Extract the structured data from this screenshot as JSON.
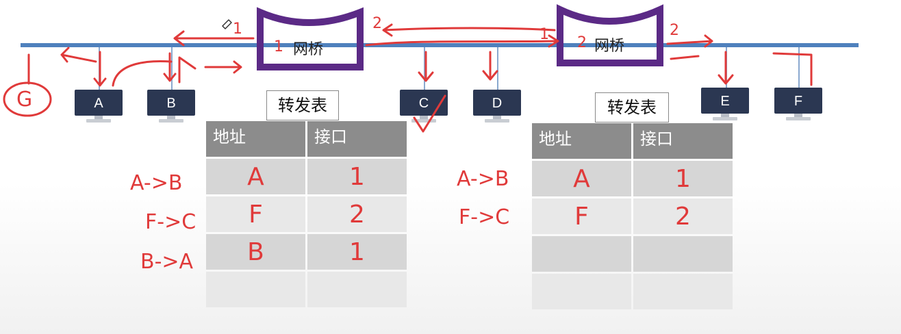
{
  "bridges": [
    {
      "label": "网桥",
      "port_left": "1",
      "port_right": "2",
      "id_mark": "1"
    },
    {
      "label": "网桥",
      "port_left": "1",
      "port_right": "2",
      "id_mark": "2"
    }
  ],
  "hosts": [
    "A",
    "B",
    "C",
    "D",
    "E",
    "F"
  ],
  "extra_host": "G",
  "tables": [
    {
      "title": "转发表",
      "headers": [
        "地址",
        "接口"
      ],
      "rows": [
        [
          "A",
          "1"
        ],
        [
          "F",
          "2"
        ],
        [
          "B",
          "1"
        ],
        [
          "",
          ""
        ]
      ],
      "notes": [
        "A->B",
        "F->C",
        "B->A"
      ]
    },
    {
      "title": "转发表",
      "headers": [
        "地址",
        "接口"
      ],
      "rows": [
        [
          "A",
          "1"
        ],
        [
          "F",
          "2"
        ],
        [
          "",
          ""
        ],
        [
          "",
          ""
        ]
      ],
      "notes": [
        "A->B",
        "F->C"
      ]
    }
  ],
  "colors": {
    "bus": "#4f81bd",
    "bridge": "#5b2a86",
    "annotation": "#e03a3a",
    "host": "#2b3752"
  }
}
